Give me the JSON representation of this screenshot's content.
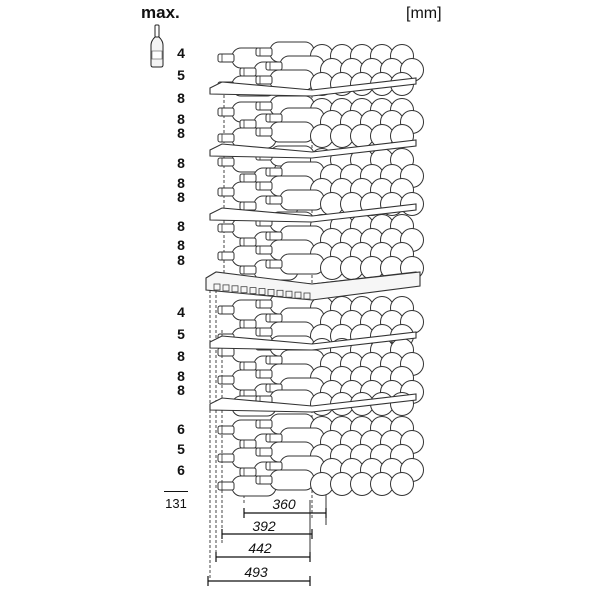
{
  "header": {
    "max_label": "max.",
    "unit_label": "[mm]"
  },
  "bottle_icon": "wine-bottle-icon",
  "shelves": [
    {
      "count": "4"
    },
    {
      "count": "5"
    },
    {
      "count": "8"
    },
    {
      "count": "8"
    },
    {
      "count": "8"
    },
    {
      "count": "8"
    },
    {
      "count": "8"
    },
    {
      "count": "8"
    },
    {
      "count": "8"
    },
    {
      "count": "8"
    },
    {
      "count": "8"
    },
    {
      "count": "4"
    },
    {
      "count": "5"
    },
    {
      "count": "8"
    },
    {
      "count": "8"
    },
    {
      "count": "8"
    },
    {
      "count": "6"
    },
    {
      "count": "5"
    },
    {
      "count": "6"
    }
  ],
  "total": "131",
  "dimensions": [
    {
      "value": "360"
    },
    {
      "value": "392"
    },
    {
      "value": "442"
    },
    {
      "value": "493"
    }
  ]
}
